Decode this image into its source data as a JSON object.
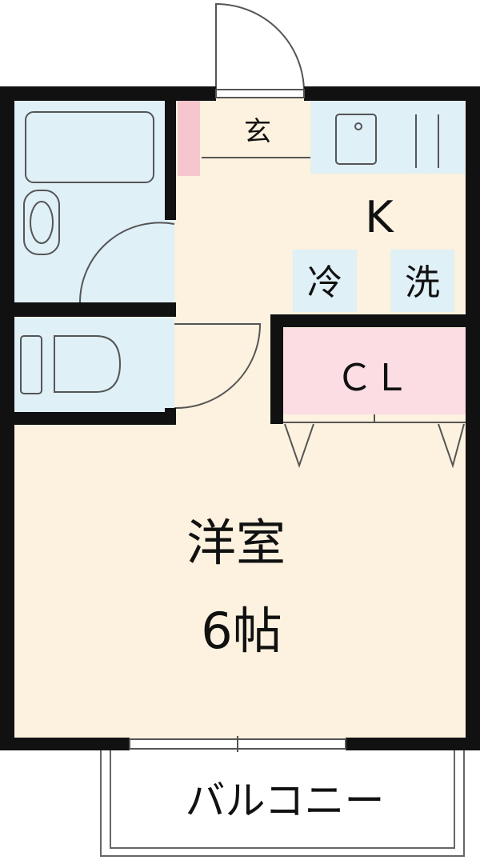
{
  "rooms": {
    "entrance": "玄",
    "kitchen": "K",
    "fridge": "冷",
    "washer": "洗",
    "closet": "ＣＬ",
    "main_room": "洋室",
    "main_room_size": "6帖",
    "balcony": "バルコニー"
  },
  "colors": {
    "wall": "#111111",
    "floor": "#fcf2df",
    "wet_area": "#dff0f7",
    "closet": "#fbdde3",
    "entrance_strip": "#f5c6ce",
    "fixture_line": "#555555"
  }
}
